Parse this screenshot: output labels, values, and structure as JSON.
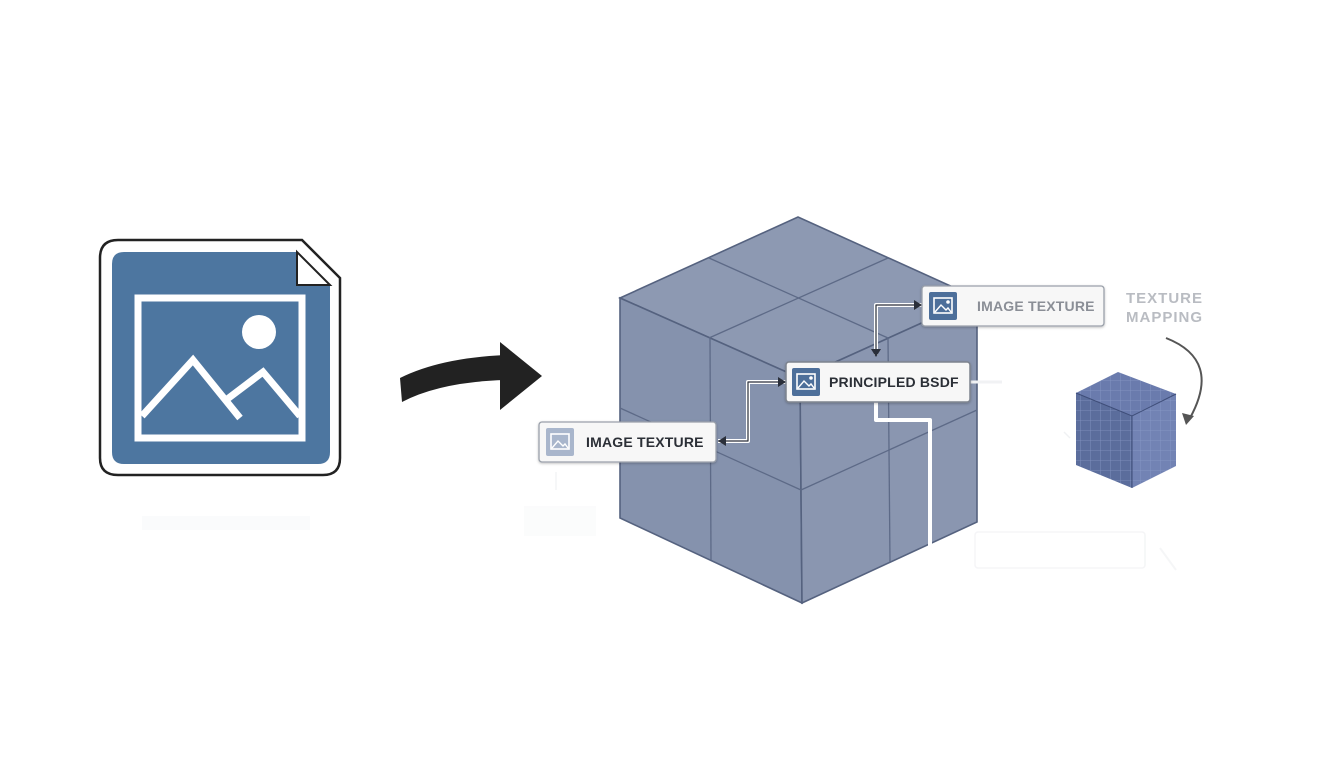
{
  "diagram": {
    "nodes": {
      "image_texture_left": {
        "label": "IMAGE TEXTURE",
        "icon": "image-icon"
      },
      "principled_bsdf": {
        "label": "PRINCIPLED BSDF",
        "icon": "image-icon"
      },
      "image_texture_top": {
        "label": "IMAGE TEXTURE",
        "icon": "image-icon"
      }
    },
    "captions": {
      "texture_mapping_line1": "TEXTURE",
      "texture_mapping_line2": "MAPPING"
    },
    "colors": {
      "file_icon_blue": "#4d76a0",
      "cube_face": "#8794ae",
      "cube_edge": "#55627f",
      "arrow_dark": "#222222",
      "small_cube": "#5b6d9c"
    }
  }
}
